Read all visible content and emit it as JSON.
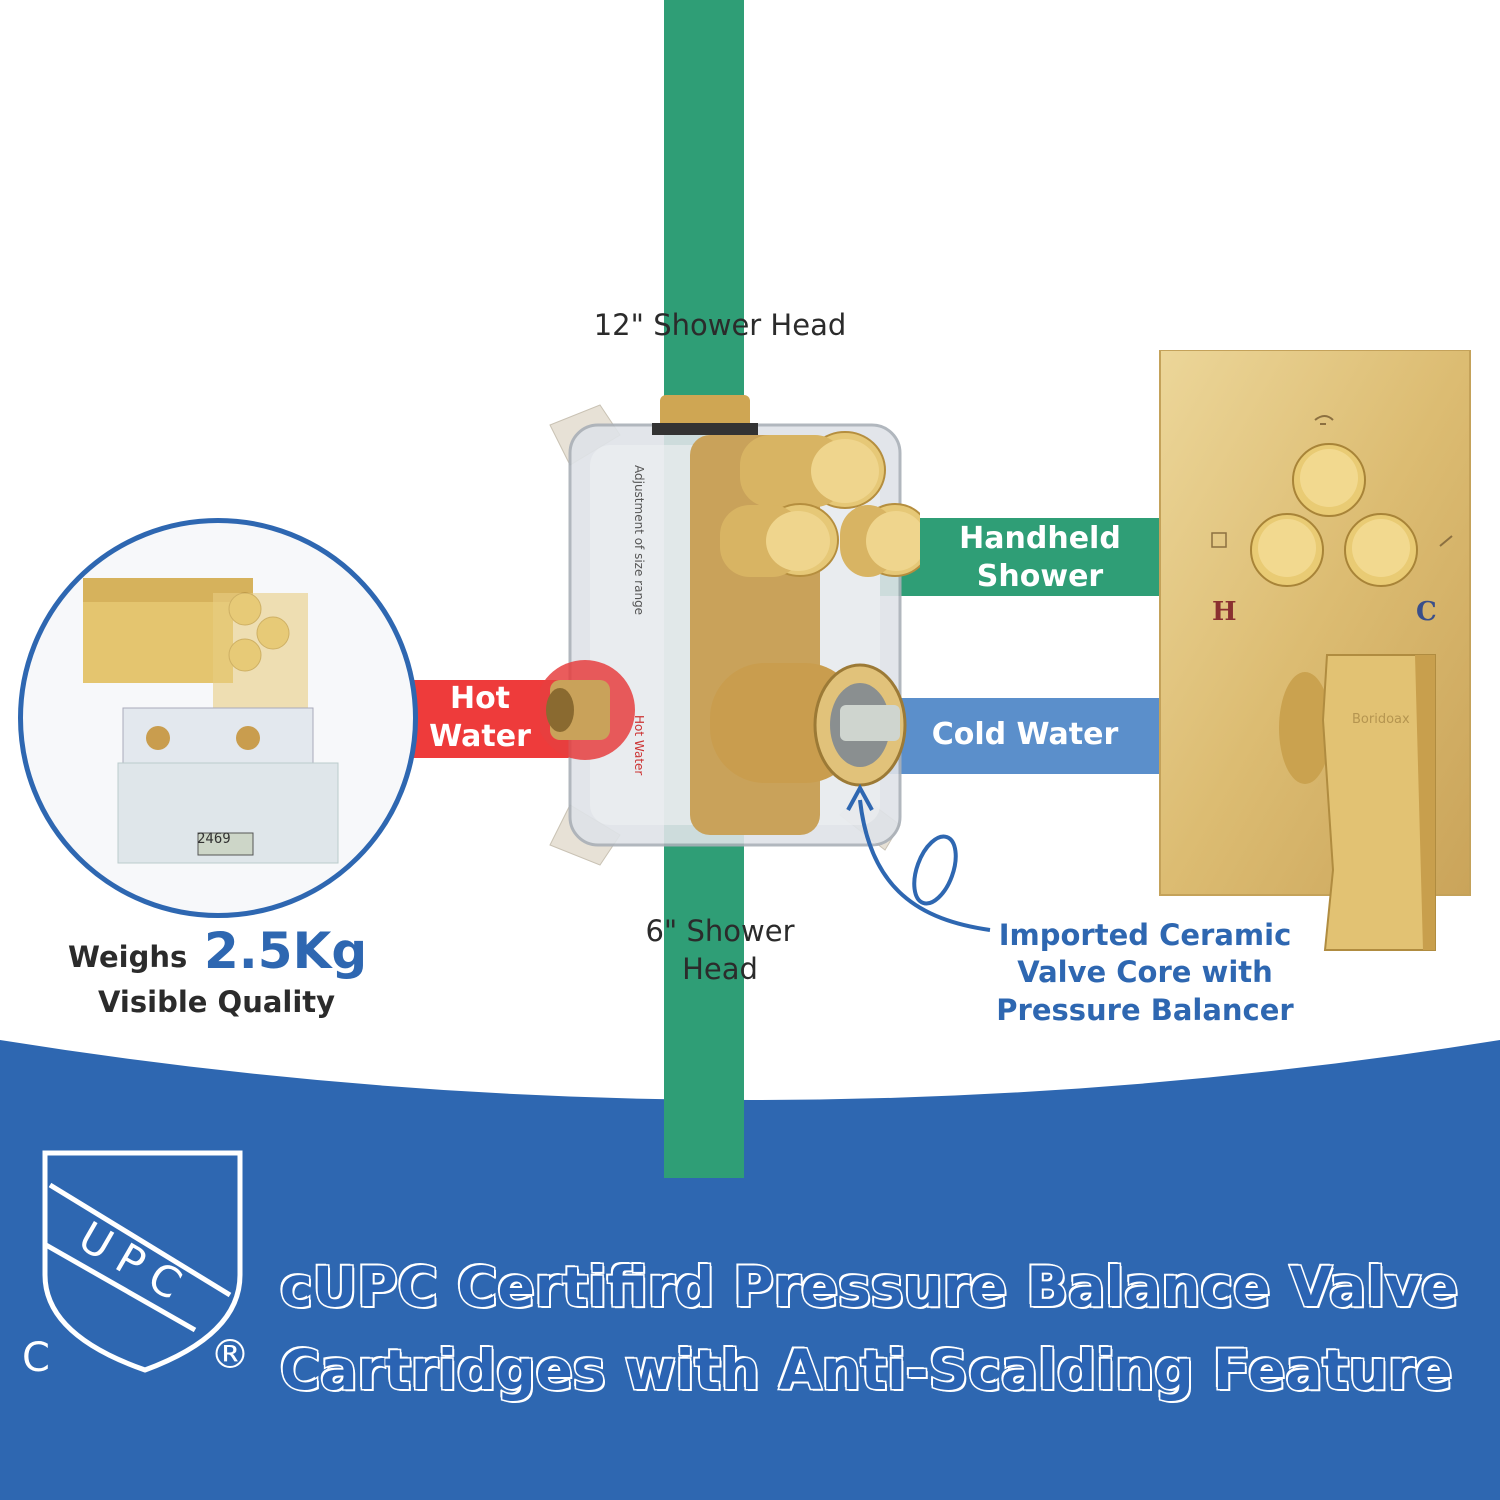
{
  "pipes": {
    "top_label": "12\" Shower Head",
    "bottom_label_line1": "6\" Shower",
    "bottom_label_line2": "Head",
    "handheld_line1": "Handheld",
    "handheld_line2": "Shower",
    "hot_line1": "Hot",
    "hot_line2": "Water",
    "cold_label": "Cold Water"
  },
  "valve_body": {
    "side_text": "Adjustment of size range",
    "hot_text": "Hot Water"
  },
  "trim_plate": {
    "brand": "Boridoax",
    "hot_mark": "H",
    "cold_mark": "C"
  },
  "callout": {
    "line1": "Imported Ceramic",
    "line2": "Valve Core with",
    "line3": "Pressure Balancer"
  },
  "weight_badge": {
    "prefix": "Weighs",
    "value": "2.5Kg",
    "subtitle": "Visible Quality",
    "scale_reading": "2469"
  },
  "certification": {
    "logo_top": "UPC",
    "logo_c": "C",
    "logo_r": "®"
  },
  "headline": {
    "line1": "cUPC Certifird Pressure Balance Valve",
    "line2": "Cartridges with Anti-Scalding Feature"
  },
  "colors": {
    "green_pipe": "#2f9e76",
    "hot_pipe": "#ee3b3b",
    "cold_pipe": "#5b8fcb",
    "brand_blue": "#2e67b1",
    "gold": "#d9b65f"
  }
}
